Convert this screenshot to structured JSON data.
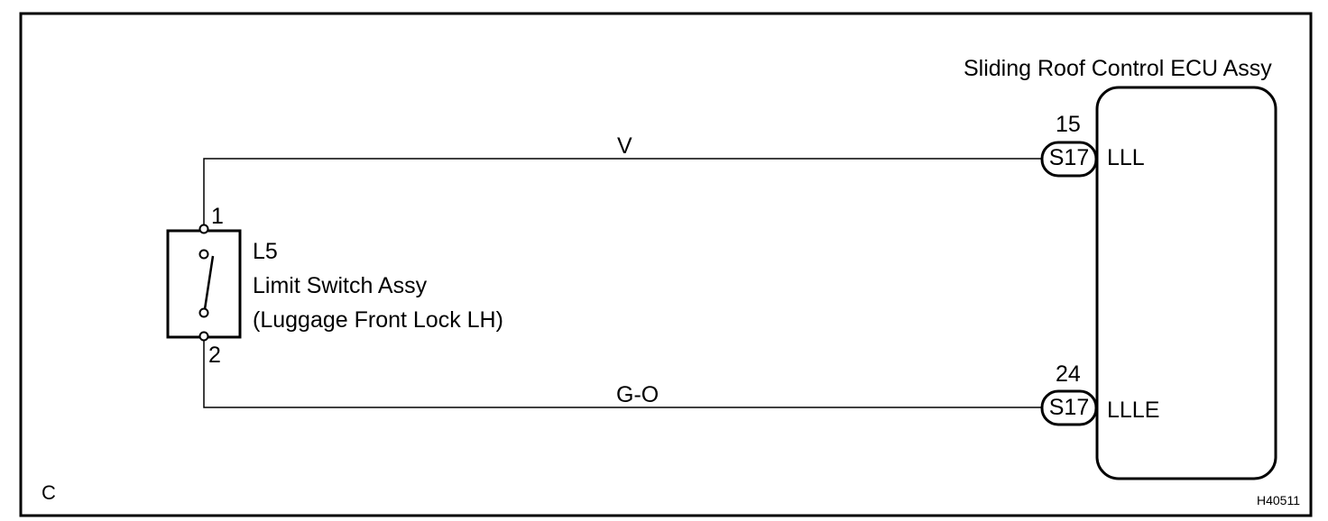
{
  "ecu": {
    "name": "Sliding Roof Control ECU Assy",
    "pins": [
      {
        "pin_number": "15",
        "connector": "S17",
        "terminal": "LLL"
      },
      {
        "pin_number": "24",
        "connector": "S17",
        "terminal": "LLLE"
      }
    ]
  },
  "switch": {
    "code": "L5",
    "name": "Limit Switch Assy",
    "location": "(Luggage Front Lock LH)",
    "pins": [
      "1",
      "2"
    ]
  },
  "wires": [
    {
      "color_code": "V",
      "from": "1",
      "to": "15"
    },
    {
      "color_code": "G-O",
      "from": "2",
      "to": "24"
    }
  ],
  "footer": {
    "section_letter": "C",
    "figure_id": "H40511"
  }
}
